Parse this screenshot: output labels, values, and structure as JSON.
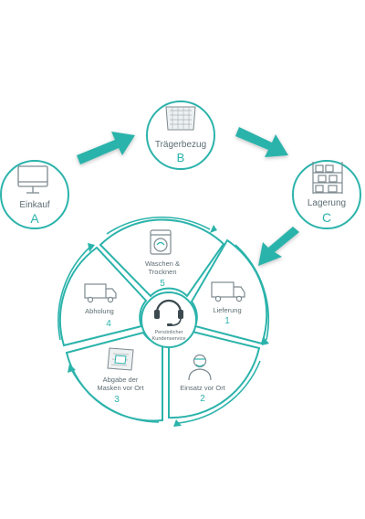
{
  "colors": {
    "teal": "#2bb3ab",
    "icon_gray": "#7d8a90",
    "text_gray": "#5d6d73"
  },
  "top_cycle": {
    "einkauf": {
      "label": "Einkauf",
      "letter": "A",
      "icon": "monitor-icon"
    },
    "traegerbezug": {
      "label": "Trägerbezug",
      "letter": "B",
      "icon": "mask-bag-icon"
    },
    "lagerung": {
      "label": "Lagerung",
      "letter": "C",
      "icon": "warehouse-shelf-icon"
    }
  },
  "service_wheel": {
    "center": {
      "line1": "Persönlicher",
      "line2": "Kundenservice",
      "icon": "headset-icon"
    },
    "segments": [
      {
        "line1": "Waschen &",
        "line2": "Trocknen",
        "number": "5",
        "icon": "washing-machine-icon"
      },
      {
        "line1": "Lieferung",
        "line2": "",
        "number": "1",
        "icon": "truck-icon"
      },
      {
        "line1": "Einsatz vor Ort",
        "line2": "",
        "number": "2",
        "icon": "person-with-mask-icon"
      },
      {
        "line1": "Abgabe der",
        "line2": "Masken vor Ort",
        "number": "3",
        "icon": "mask-bag-icon"
      },
      {
        "line1": "Abholung",
        "line2": "",
        "number": "4",
        "icon": "truck-icon"
      }
    ]
  }
}
